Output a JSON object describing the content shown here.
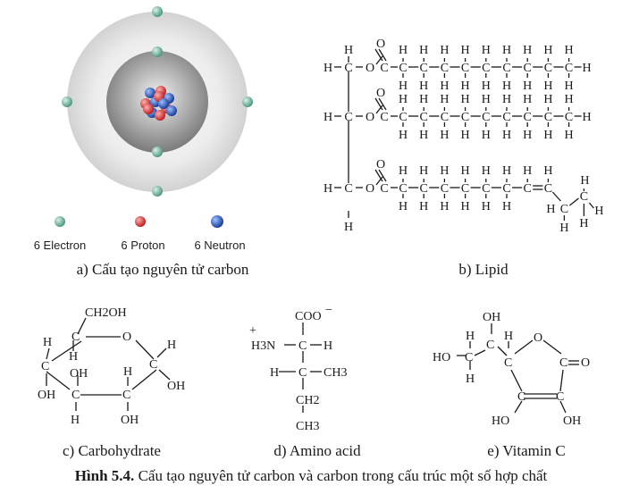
{
  "colors": {
    "electron": "#5fa890",
    "proton": "#d83030",
    "neutron": "#1f4fb3",
    "outer_shell": "#dcdcdc",
    "inner_shell": "#8a8a8a"
  },
  "panels": {
    "a": {
      "caption": "a) Cấu tạo nguyên tử carbon",
      "legend": [
        {
          "label": "6 Electron",
          "icon": "electron-icon"
        },
        {
          "label": "6 Proton",
          "icon": "proton-icon"
        },
        {
          "label": "6 Neutron",
          "icon": "neutron-icon"
        }
      ]
    },
    "b": {
      "caption": "b) Lipid",
      "backbone": {
        "H_top": "H",
        "C": "C",
        "O": "O",
        "H_bottom": "H",
        "H_left": "H"
      },
      "chain_atom": "C",
      "chain_h": "H",
      "ester_o": "O",
      "terminal_h": "H",
      "double_bond_symbol": "="
    },
    "c": {
      "caption": "c) Carbohydrate",
      "labels": {
        "ch2oh": "CH2OH",
        "ring_o": "O",
        "c": "C",
        "h": "H",
        "oh": "OH"
      }
    },
    "d": {
      "caption": "d) Amino acid",
      "labels": {
        "coo": "COO",
        "minus": "−",
        "plus": "+",
        "h3n": "H3N",
        "c": "C",
        "h": "H",
        "ch3": "CH3",
        "ch2": "CH2"
      }
    },
    "e": {
      "caption": "e) Vitamin C",
      "labels": {
        "oh": "OH",
        "ho": "HO",
        "h": "H",
        "c": "C",
        "o": "O",
        "dbl_o": "O"
      }
    }
  },
  "figure_title": {
    "bold": "Hình 5.4.",
    "text": " Cấu tạo nguyên tử carbon và carbon trong cấu trúc một số hợp chất"
  }
}
